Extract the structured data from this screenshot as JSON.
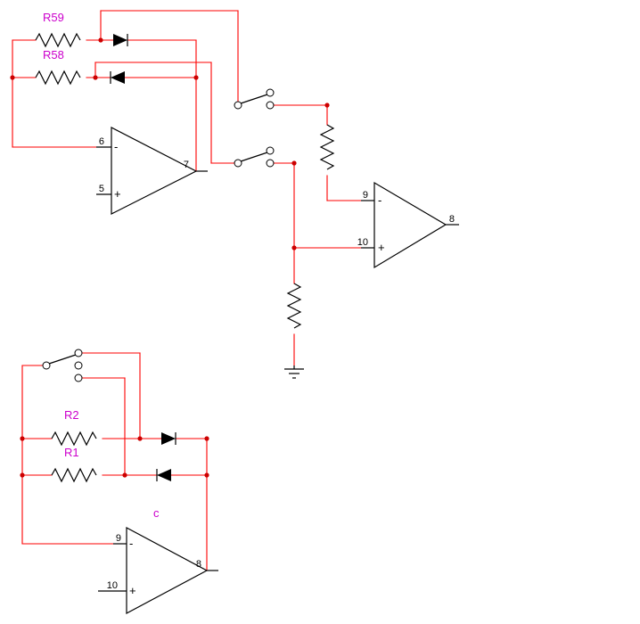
{
  "diagram": {
    "type": "analog-circuit-schematic",
    "colors": {
      "wire": "#fe0000",
      "junction": "#cc0000",
      "component": "#000000",
      "label": "#cc00cc",
      "pin_text": "#000000",
      "background": "#ffffff"
    },
    "labels": {
      "r59": "R59",
      "r58": "R58",
      "r2": "R2",
      "r1": "R1",
      "c": "c"
    },
    "opamps": {
      "opamp1": {
        "inverting_pin": "6",
        "noninverting_pin": "5",
        "output_pin": "7",
        "inverting_sign": "-",
        "noninverting_sign": "+"
      },
      "opamp2": {
        "inverting_pin": "9",
        "noninverting_pin": "10",
        "output_pin": "8",
        "inverting_sign": "-",
        "noninverting_sign": "+"
      },
      "opamp3": {
        "inverting_pin": "9",
        "noninverting_pin": "10",
        "output_pin": "8",
        "inverting_sign": "-",
        "noninverting_sign": "+"
      }
    }
  }
}
